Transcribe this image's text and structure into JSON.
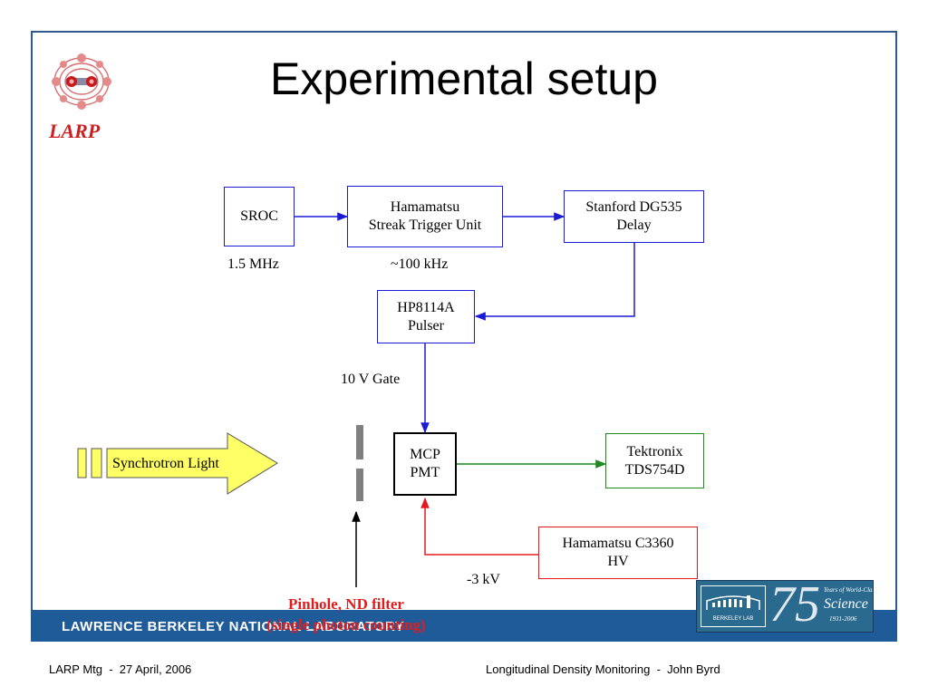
{
  "slide": {
    "title": "Experimental setup",
    "logo_text": "LARP",
    "lab_bar_text": "LAWRENCE BERKELEY NATIONAL LABORATORY",
    "footer_left": "LARP Mtg  -  27 April, 2006",
    "footer_right": "Longitudinal Density Monitoring  -  John Byrd"
  },
  "diagram": {
    "nodes": {
      "sroc": "SROC",
      "trigger": "Hamamatsu\nStreak Trigger Unit",
      "delay": "Stanford DG535\nDelay",
      "pulser": "HP8114A\nPulser",
      "mcp": "MCP\nPMT",
      "scope": "Tektronix\nTDS754D",
      "hv": "Hamamatsu C3360\nHV",
      "light": "Synchrotron Light"
    },
    "labels": {
      "sroc_freq": "1.5 MHz",
      "trigger_freq": "~100 kHz",
      "gate": "10 V Gate",
      "voltage": "-3 kV",
      "pinhole_1": "Pinhole, ND filter",
      "pinhole_2": "(single photon counting)"
    }
  },
  "badge": {
    "lab_logo": "BERKELEY LAB",
    "years": "75",
    "line1": "Years of World-Class",
    "line2": "Science",
    "line3": "1931-2006"
  },
  "colors": {
    "blue_line": "#1b1bd6",
    "green_line": "#1e8a1e",
    "red_line": "#e21c1c",
    "bar": "#1f5a99",
    "arrow_fill": "#ffff66"
  }
}
